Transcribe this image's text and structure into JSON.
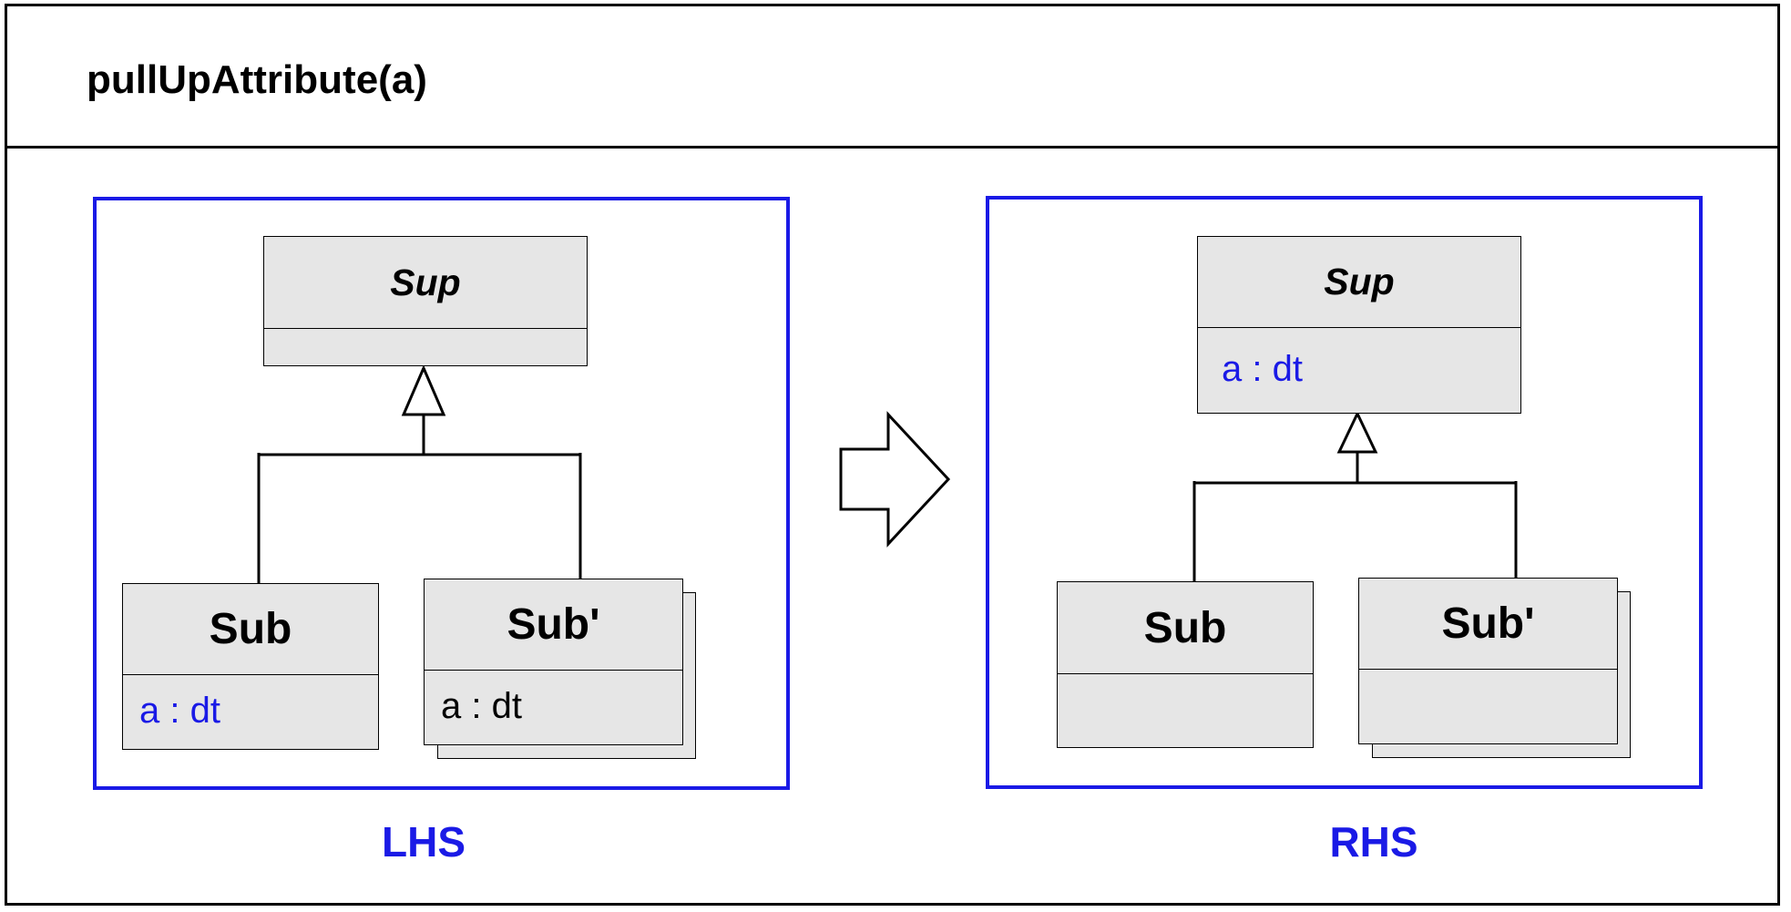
{
  "frame": {
    "title": "pullUpAttribute(a)"
  },
  "lhs": {
    "label": "LHS",
    "superclass": {
      "name": "Sup",
      "attribute": ""
    },
    "subclass": {
      "name": "Sub",
      "attribute": "a : dt"
    },
    "subclass_multi": {
      "name": "Sub'",
      "attribute": "a : dt"
    }
  },
  "rhs": {
    "label": "RHS",
    "superclass": {
      "name": "Sup",
      "attribute": "a : dt"
    },
    "subclass": {
      "name": "Sub",
      "attribute": ""
    },
    "subclass_multi": {
      "name": "Sub'",
      "attribute": ""
    }
  },
  "colors": {
    "panel_border": "#1a1ae6",
    "class_fill": "#e6e6e6",
    "highlight_text": "#1a1ae6"
  },
  "icons": {
    "transformation": "outline-right-arrow-icon",
    "generalization": "hollow-triangle-arrow-icon"
  }
}
